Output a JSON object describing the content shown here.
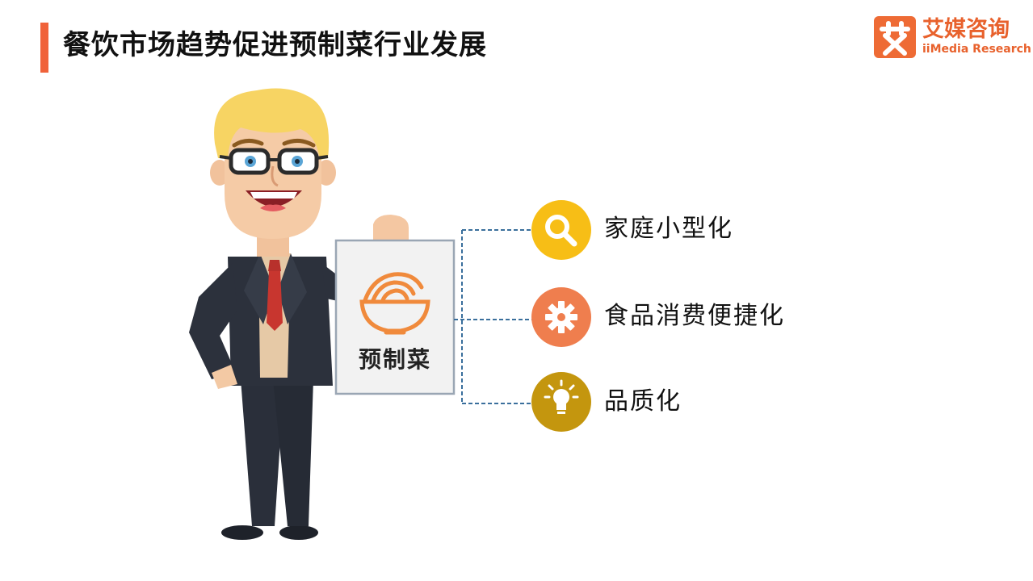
{
  "header": {
    "title": "餐饮市场趋势促进预制菜行业发展"
  },
  "logo": {
    "name_cn": "艾媒咨询",
    "name_en": "iiMedia Research"
  },
  "center": {
    "label": "预制菜",
    "icon": "noodle-bowl-icon"
  },
  "trends": [
    {
      "label": "家庭小型化",
      "icon": "search-icon",
      "color": "#f7be16"
    },
    {
      "label": "食品消费便捷化",
      "icon": "gear-icon",
      "color": "#ef7e4e"
    },
    {
      "label": "品质化",
      "icon": "lightbulb-icon",
      "color": "#c4960e"
    }
  ],
  "colors": {
    "accent": "#f0623a",
    "brand": "#e8612c",
    "connector": "#3a6f9c",
    "bowl": "#f08a3c"
  }
}
